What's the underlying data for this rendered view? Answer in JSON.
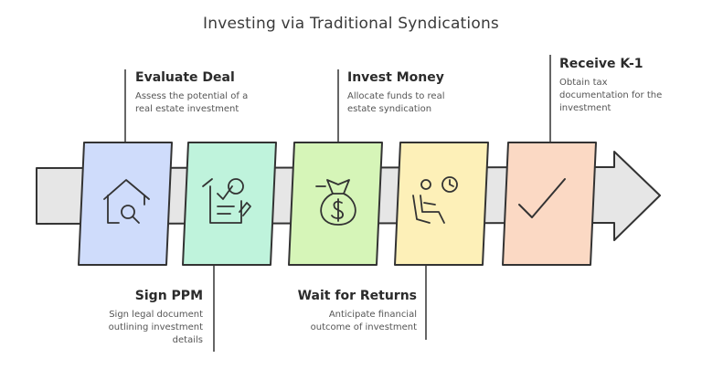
{
  "title": "Investing via Traditional Syndications",
  "steps": [
    {
      "heading": "Evaluate Deal",
      "desc_lines": [
        "Assess the potential of a",
        "real estate investment"
      ],
      "color": "#cfdcfb",
      "icon": "house-search-icon"
    },
    {
      "heading": "Sign PPM",
      "desc_lines": [
        "Sign legal document",
        "outlining investment",
        "details"
      ],
      "color": "#bff3dc",
      "icon": "document-sign-icon"
    },
    {
      "heading": "Invest Money",
      "desc_lines": [
        "Allocate funds to real",
        "estate syndication"
      ],
      "color": "#d6f5b8",
      "icon": "money-bag-icon"
    },
    {
      "heading": "Wait for Returns",
      "desc_lines": [
        "Anticipate financial",
        "outcome of investment"
      ],
      "color": "#fdf0b8",
      "icon": "person-waiting-clock-icon"
    },
    {
      "heading": "Receive K-1",
      "desc_lines": [
        "Obtain tax",
        "documentation for the",
        "investment"
      ],
      "color": "#fbd9c4",
      "icon": "checkmark-icon"
    }
  ],
  "colors": {
    "arrow": "#e6e6e6",
    "stroke": "#333333"
  }
}
